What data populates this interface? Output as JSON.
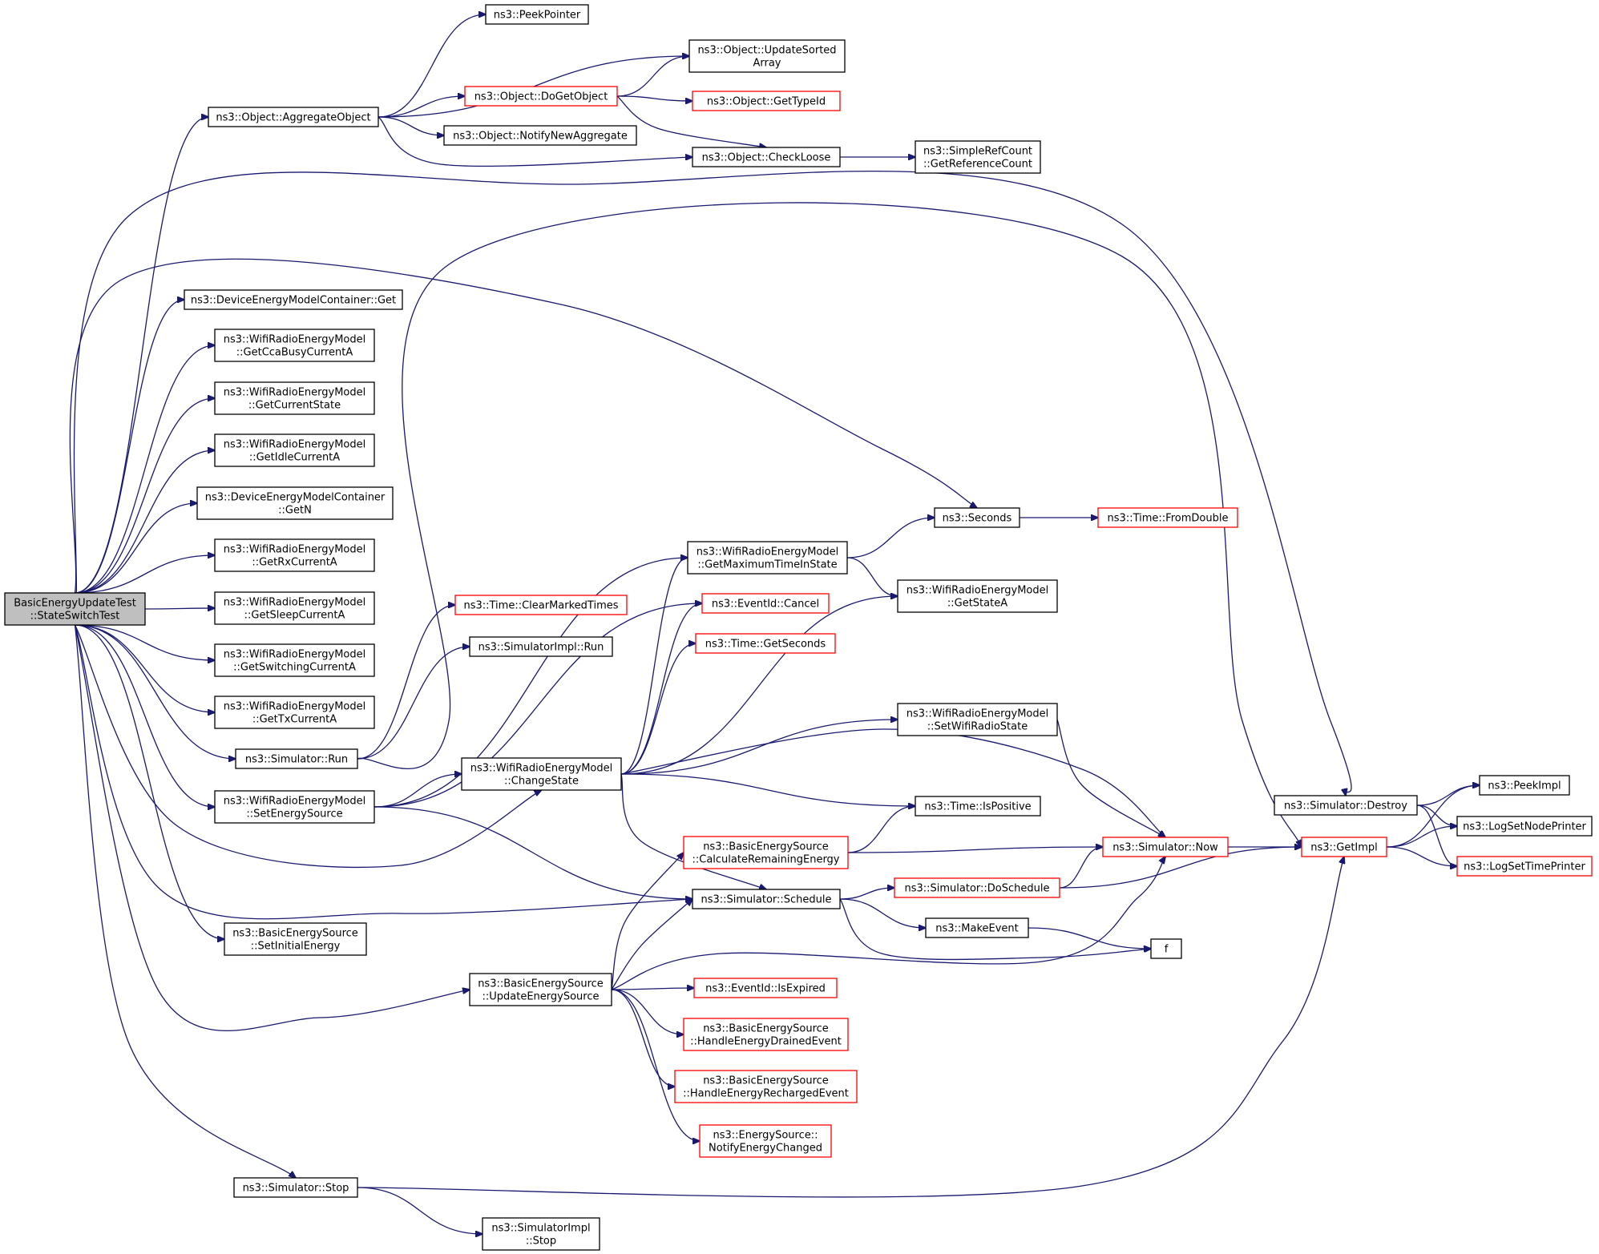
{
  "colors": {
    "edge": "#191970",
    "node_border": "#000000",
    "node_border_truncated": "#ff0000",
    "root_fill": "#bfbfbf",
    "node_fill": "#ffffff",
    "background": "#ffffff"
  },
  "nodes": [
    {
      "id": "root",
      "lines": [
        "BasicEnergyUpdateTest",
        "::StateSwitchTest"
      ],
      "style": "root"
    },
    {
      "id": "aggregate",
      "lines": [
        "ns3::Object::AggregateObject"
      ],
      "style": "normal"
    },
    {
      "id": "peekpointer",
      "lines": [
        "ns3::PeekPointer"
      ],
      "style": "normal"
    },
    {
      "id": "updatesorted",
      "lines": [
        "ns3::Object::UpdateSorted",
        "Array"
      ],
      "style": "normal"
    },
    {
      "id": "dogetobject",
      "lines": [
        "ns3::Object::DoGetObject"
      ],
      "style": "truncated"
    },
    {
      "id": "gettypeid",
      "lines": [
        "ns3::Object::GetTypeId"
      ],
      "style": "truncated"
    },
    {
      "id": "notifynewagg",
      "lines": [
        "ns3::Object::NotifyNewAggregate"
      ],
      "style": "normal"
    },
    {
      "id": "checkloose",
      "lines": [
        "ns3::Object::CheckLoose"
      ],
      "style": "normal"
    },
    {
      "id": "getrefcount",
      "lines": [
        "ns3::SimpleRefCount",
        "::GetReferenceCount"
      ],
      "style": "normal"
    },
    {
      "id": "demc_get",
      "lines": [
        "ns3::DeviceEnergyModelContainer::Get"
      ],
      "style": "normal"
    },
    {
      "id": "getccabusy",
      "lines": [
        "ns3::WifiRadioEnergyModel",
        "::GetCcaBusyCurrentA"
      ],
      "style": "normal"
    },
    {
      "id": "getcurstate",
      "lines": [
        "ns3::WifiRadioEnergyModel",
        "::GetCurrentState"
      ],
      "style": "normal"
    },
    {
      "id": "getidle",
      "lines": [
        "ns3::WifiRadioEnergyModel",
        "::GetIdleCurrentA"
      ],
      "style": "normal"
    },
    {
      "id": "demc_getn",
      "lines": [
        "ns3::DeviceEnergyModelContainer",
        "::GetN"
      ],
      "style": "normal"
    },
    {
      "id": "getrx",
      "lines": [
        "ns3::WifiRadioEnergyModel",
        "::GetRxCurrentA"
      ],
      "style": "normal"
    },
    {
      "id": "getsleep",
      "lines": [
        "ns3::WifiRadioEnergyModel",
        "::GetSleepCurrentA"
      ],
      "style": "normal"
    },
    {
      "id": "getswitching",
      "lines": [
        "ns3::WifiRadioEnergyModel",
        "::GetSwitchingCurrentA"
      ],
      "style": "normal"
    },
    {
      "id": "gettx",
      "lines": [
        "ns3::WifiRadioEnergyModel",
        "::GetTxCurrentA"
      ],
      "style": "normal"
    },
    {
      "id": "simrun",
      "lines": [
        "ns3::Simulator::Run"
      ],
      "style": "normal"
    },
    {
      "id": "setenergysrc",
      "lines": [
        "ns3::WifiRadioEnergyModel",
        "::SetEnergySource"
      ],
      "style": "normal"
    },
    {
      "id": "setinitial",
      "lines": [
        "ns3::BasicEnergySource",
        "::SetInitialEnergy"
      ],
      "style": "normal"
    },
    {
      "id": "simstop",
      "lines": [
        "ns3::Simulator::Stop"
      ],
      "style": "normal"
    },
    {
      "id": "clearmarked",
      "lines": [
        "ns3::Time::ClearMarkedTimes"
      ],
      "style": "truncated"
    },
    {
      "id": "simimplrun",
      "lines": [
        "ns3::SimulatorImpl::Run"
      ],
      "style": "normal"
    },
    {
      "id": "changestate",
      "lines": [
        "ns3::WifiRadioEnergyModel",
        "::ChangeState"
      ],
      "style": "normal"
    },
    {
      "id": "updateenergy",
      "lines": [
        "ns3::BasicEnergySource",
        "::UpdateEnergySource"
      ],
      "style": "normal"
    },
    {
      "id": "simimplstop",
      "lines": [
        "ns3::SimulatorImpl",
        "::Stop"
      ],
      "style": "normal"
    },
    {
      "id": "getmaxtime",
      "lines": [
        "ns3::WifiRadioEnergyModel",
        "::GetMaximumTimeInState"
      ],
      "style": "normal"
    },
    {
      "id": "eventcancel",
      "lines": [
        "ns3::EventId::Cancel"
      ],
      "style": "truncated"
    },
    {
      "id": "getseconds",
      "lines": [
        "ns3::Time::GetSeconds"
      ],
      "style": "truncated"
    },
    {
      "id": "calcremain",
      "lines": [
        "ns3::BasicEnergySource",
        "::CalculateRemainingEnergy"
      ],
      "style": "truncated"
    },
    {
      "id": "schedule",
      "lines": [
        "ns3::Simulator::Schedule"
      ],
      "style": "normal"
    },
    {
      "id": "isexpired",
      "lines": [
        "ns3::EventId::IsExpired"
      ],
      "style": "truncated"
    },
    {
      "id": "handledrained",
      "lines": [
        "ns3::BasicEnergySource",
        "::HandleEnergyDrainedEvent"
      ],
      "style": "truncated"
    },
    {
      "id": "handlerecharged",
      "lines": [
        "ns3::BasicEnergySource",
        "::HandleEnergyRechargedEvent"
      ],
      "style": "truncated"
    },
    {
      "id": "notifychanged",
      "lines": [
        "ns3::EnergySource::",
        "NotifyEnergyChanged"
      ],
      "style": "truncated"
    },
    {
      "id": "seconds",
      "lines": [
        "ns3::Seconds"
      ],
      "style": "normal"
    },
    {
      "id": "getstatea",
      "lines": [
        "ns3::WifiRadioEnergyModel",
        "::GetStateA"
      ],
      "style": "normal"
    },
    {
      "id": "setwifistate",
      "lines": [
        "ns3::WifiRadioEnergyModel",
        "::SetWifiRadioState"
      ],
      "style": "normal"
    },
    {
      "id": "ispositive",
      "lines": [
        "ns3::Time::IsPositive"
      ],
      "style": "normal"
    },
    {
      "id": "doschedule",
      "lines": [
        "ns3::Simulator::DoSchedule"
      ],
      "style": "truncated"
    },
    {
      "id": "makeevent",
      "lines": [
        "ns3::MakeEvent"
      ],
      "style": "normal"
    },
    {
      "id": "f",
      "lines": [
        "f"
      ],
      "style": "normal"
    },
    {
      "id": "fromdouble",
      "lines": [
        "ns3::Time::FromDouble"
      ],
      "style": "truncated"
    },
    {
      "id": "simnow",
      "lines": [
        "ns3::Simulator::Now"
      ],
      "style": "truncated"
    },
    {
      "id": "simdestroy",
      "lines": [
        "ns3::Simulator::Destroy"
      ],
      "style": "normal"
    },
    {
      "id": "getimpl",
      "lines": [
        "ns3::GetImpl"
      ],
      "style": "truncated"
    },
    {
      "id": "peekimpl",
      "lines": [
        "ns3::PeekImpl"
      ],
      "style": "normal"
    },
    {
      "id": "lognodeprinter",
      "lines": [
        "ns3::LogSetNodePrinter"
      ],
      "style": "normal"
    },
    {
      "id": "logtimeprinter",
      "lines": [
        "ns3::LogSetTimePrinter"
      ],
      "style": "truncated"
    }
  ],
  "edges": [
    {
      "from": "root",
      "to": "aggregate"
    },
    {
      "from": "root",
      "to": "demc_get"
    },
    {
      "from": "root",
      "to": "getccabusy"
    },
    {
      "from": "root",
      "to": "getcurstate"
    },
    {
      "from": "root",
      "to": "getidle"
    },
    {
      "from": "root",
      "to": "demc_getn"
    },
    {
      "from": "root",
      "to": "getrx"
    },
    {
      "from": "root",
      "to": "getsleep"
    },
    {
      "from": "root",
      "to": "getswitching"
    },
    {
      "from": "root",
      "to": "gettx"
    },
    {
      "from": "root",
      "to": "simrun"
    },
    {
      "from": "root",
      "to": "setenergysrc"
    },
    {
      "from": "root",
      "to": "setinitial"
    },
    {
      "from": "root",
      "to": "simstop"
    },
    {
      "from": "root",
      "to": "changestate"
    },
    {
      "from": "root",
      "to": "updateenergy"
    },
    {
      "from": "root",
      "to": "schedule"
    },
    {
      "from": "root",
      "to": "seconds"
    },
    {
      "from": "root",
      "to": "simdestroy"
    },
    {
      "from": "aggregate",
      "to": "peekpointer"
    },
    {
      "from": "aggregate",
      "to": "updatesorted"
    },
    {
      "from": "aggregate",
      "to": "dogetobject"
    },
    {
      "from": "aggregate",
      "to": "notifynewagg"
    },
    {
      "from": "aggregate",
      "to": "checkloose"
    },
    {
      "from": "dogetobject",
      "to": "updatesorted"
    },
    {
      "from": "dogetobject",
      "to": "gettypeid"
    },
    {
      "from": "dogetobject",
      "to": "checkloose"
    },
    {
      "from": "checkloose",
      "to": "getrefcount"
    },
    {
      "from": "simrun",
      "to": "clearmarked"
    },
    {
      "from": "simrun",
      "to": "simimplrun"
    },
    {
      "from": "simrun",
      "to": "getimpl"
    },
    {
      "from": "setenergysrc",
      "to": "changestate"
    },
    {
      "from": "setenergysrc",
      "to": "getmaxtime"
    },
    {
      "from": "setenergysrc",
      "to": "eventcancel"
    },
    {
      "from": "setenergysrc",
      "to": "schedule"
    },
    {
      "from": "changestate",
      "to": "getmaxtime"
    },
    {
      "from": "changestate",
      "to": "eventcancel"
    },
    {
      "from": "changestate",
      "to": "getseconds"
    },
    {
      "from": "changestate",
      "to": "getstatea"
    },
    {
      "from": "changestate",
      "to": "setwifistate"
    },
    {
      "from": "changestate",
      "to": "ispositive"
    },
    {
      "from": "changestate",
      "to": "simnow"
    },
    {
      "from": "changestate",
      "to": "schedule"
    },
    {
      "from": "getmaxtime",
      "to": "seconds"
    },
    {
      "from": "getmaxtime",
      "to": "getstatea"
    },
    {
      "from": "seconds",
      "to": "fromdouble"
    },
    {
      "from": "setwifistate",
      "to": "simnow"
    },
    {
      "from": "calcremain",
      "to": "ispositive"
    },
    {
      "from": "calcremain",
      "to": "simnow"
    },
    {
      "from": "schedule",
      "to": "doschedule"
    },
    {
      "from": "schedule",
      "to": "makeevent"
    },
    {
      "from": "schedule",
      "to": "f"
    },
    {
      "from": "doschedule",
      "to": "simnow"
    },
    {
      "from": "doschedule",
      "to": "getimpl"
    },
    {
      "from": "makeevent",
      "to": "f"
    },
    {
      "from": "updateenergy",
      "to": "calcremain"
    },
    {
      "from": "updateenergy",
      "to": "schedule"
    },
    {
      "from": "updateenergy",
      "to": "simnow"
    },
    {
      "from": "updateenergy",
      "to": "isexpired"
    },
    {
      "from": "updateenergy",
      "to": "handledrained"
    },
    {
      "from": "updateenergy",
      "to": "handlerecharged"
    },
    {
      "from": "updateenergy",
      "to": "notifychanged"
    },
    {
      "from": "simstop",
      "to": "getimpl"
    },
    {
      "from": "simstop",
      "to": "simimplstop"
    },
    {
      "from": "simnow",
      "to": "getimpl"
    },
    {
      "from": "simdestroy",
      "to": "peekimpl"
    },
    {
      "from": "simdestroy",
      "to": "lognodeprinter"
    },
    {
      "from": "simdestroy",
      "to": "logtimeprinter"
    },
    {
      "from": "getimpl",
      "to": "peekimpl"
    },
    {
      "from": "getimpl",
      "to": "lognodeprinter"
    },
    {
      "from": "getimpl",
      "to": "logtimeprinter"
    }
  ]
}
